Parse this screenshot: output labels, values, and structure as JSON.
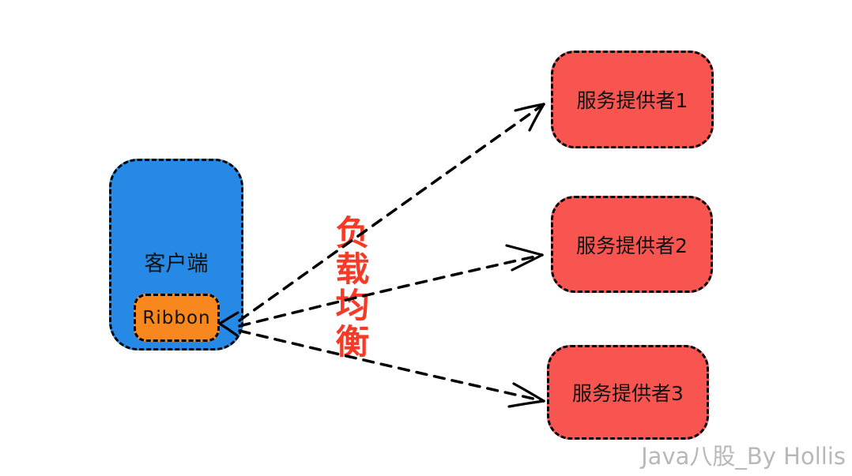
{
  "diagram": {
    "client": {
      "label": "客户端",
      "ribbon_label": "Ribbon"
    },
    "providers": [
      {
        "label": "服务提供者1"
      },
      {
        "label": "服务提供者2"
      },
      {
        "label": "服务提供者3"
      }
    ],
    "load_balance_label": "负载均衡",
    "colors": {
      "client_fill": "#2589e5",
      "ribbon_fill": "#f8871d",
      "provider_fill": "#f85450",
      "label_red": "#f43b28",
      "stroke": "#000000",
      "watermark": "#b8b8b8"
    }
  },
  "watermark": {
    "text": "Java八股_By Hollis"
  }
}
